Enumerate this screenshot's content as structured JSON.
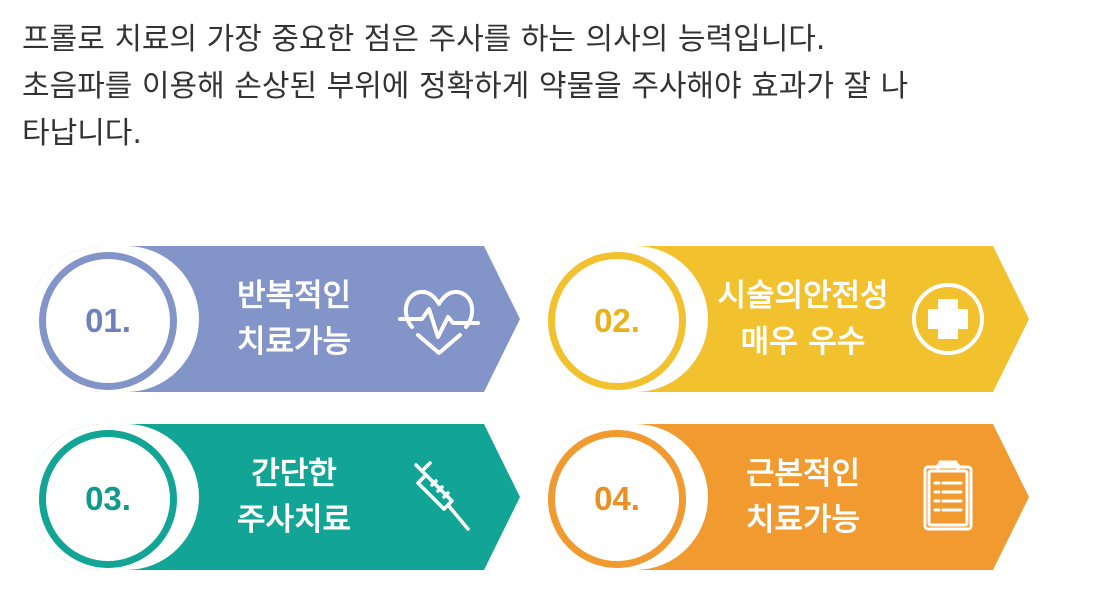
{
  "intro": {
    "line1": "프롤로 치료의 가장 중요한 점은 주사를 하는 의사의 능력입니다.",
    "line2": "초음파를 이용해 손상된 부위에 정확하게 약물을 주사해야 효과가 잘 나",
    "line3": "타납니다."
  },
  "cards": [
    {
      "number": "01.",
      "line1": "반복적인",
      "line2": "치료가능",
      "icon": "heartbeat-icon",
      "color": "#8394c8"
    },
    {
      "number": "02.",
      "line1": "시술의안전성",
      "line2": "매우 우수",
      "icon": "medical-cross-icon",
      "color": "#f2c12e"
    },
    {
      "number": "03.",
      "line1": "간단한",
      "line2": "주사치료",
      "icon": "syringe-icon",
      "color": "#12a596"
    },
    {
      "number": "04.",
      "line1": "근본적인",
      "line2": "치료가능",
      "icon": "clipboard-icon",
      "color": "#f19a30"
    }
  ]
}
